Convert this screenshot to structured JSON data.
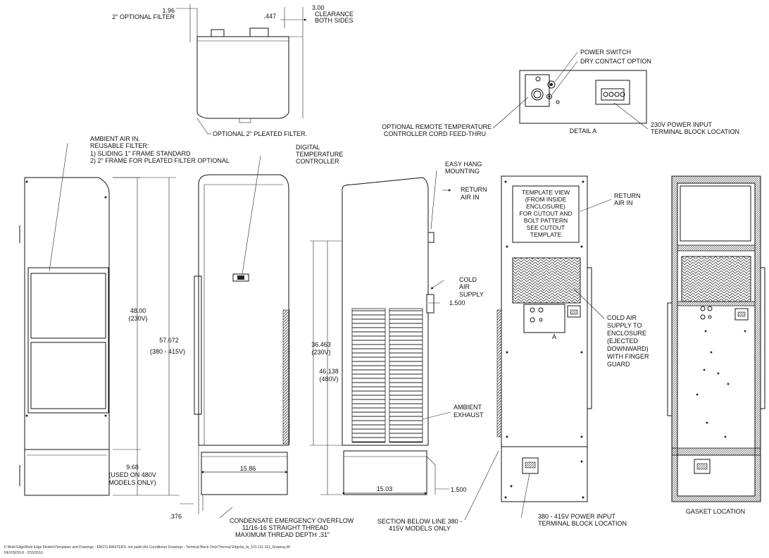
{
  "labels": {
    "filter_dim": "1.96",
    "filter_dim_label": "2\" OPTIONAL FILTER",
    "clearance_dim": "3.00",
    "clearance_label_1": "CLEARANCE",
    "clearance_label_2": "BOTH SIDES",
    "top_offset_dim": ".447",
    "pleated_filter": "OPTIONAL 2\" PLEATED FILTER.",
    "ambient_air_1": "AMBIENT AIR IN.",
    "ambient_air_2": "REUSABLE FILTER:",
    "ambient_air_3": "1) SLIDING 1\" FRAME STANDARD",
    "ambient_air_4": "2) 2\" FRAME FOR PLEATED FILTER OPTIONAL",
    "digital_temp_1": "DIGITAL",
    "digital_temp_2": "TEMPERATURE",
    "digital_temp_3": "CONTROLLER",
    "easy_hang_1": "EASY HANG",
    "easy_hang_2": "MOUNTING",
    "return_air_1": "RETURN",
    "return_air_2": "AIR IN",
    "cold_air_1": "COLD",
    "cold_air_2": "AIR",
    "cold_air_3": "SUPPLY",
    "dim_1500_a": "1.500",
    "dim_36463": "36.463",
    "dim_36463_sub": "(230V)",
    "dim_46138": "46.138",
    "dim_46138_sub": "(480V)",
    "ambient_exhaust_1": "AMBIENT",
    "ambient_exhaust_2": "EXHAUST",
    "dim_1503": "15.03",
    "dim_1500_b": "1.500",
    "dim_48": "48.00",
    "dim_48_sub": "(230V)",
    "dim_57672": "57.672",
    "dim_57672_sub": "(380 - 415V)",
    "dim_968": "9.68",
    "dim_968_sub1": "(USED ON 480V",
    "dim_968_sub2": "MODELS ONLY)",
    "dim_376": ".376",
    "dim_1586": "15.86",
    "condensate_1": "CONDENSATE EMERGENCY OVERFLOW",
    "condensate_2": "11/16-16 STRAIGHT THREAD",
    "condensate_3": "MAXIMUM THREAD DEPTH .31\"",
    "section_1": "SECTION BELOW LINE 380 -",
    "section_2": "415V MODELS ONLY",
    "power_switch": "POWER SWITCH",
    "dry_contact": "DRY CONTACT OPTION",
    "remote_temp_1": "OPTIONAL REMOTE TEMPERATURE",
    "remote_temp_2": "CONTROLLER CORD FEED-THRU",
    "detail_a": "DETAIL A",
    "power_input_1": "230V POWER INPUT",
    "power_input_2": "TERMINAL BLOCK LOCATION",
    "template_1": "TEMPLATE VIEW",
    "template_2": "(FROM INSIDE",
    "template_3": "ENCLOSURE)",
    "template_4": "FOR CUTOUT AND",
    "template_5": "BOLT PATTERN",
    "template_6": "SEE CUTOUT",
    "template_7": "TEMPLATE",
    "return_air_b1": "RETURN",
    "return_air_b2": "AIR IN",
    "cold_supply_1": "COLD AIR",
    "cold_supply_2": "SUPPLY TO",
    "cold_supply_3": "ENCLOSURE",
    "cold_supply_4": "(EJECTED",
    "cold_supply_5": "DOWNWARD)",
    "cold_supply_6": "WITH FINGER",
    "cold_supply_7": "GUARD",
    "detail_ref": "A",
    "power_380_1": "380 - 415V POWER INPUT",
    "power_380_2": "TERMINAL BLOCK LOCATION",
    "gasket": "GASKET LOCATION",
    "filepath": "F:\\Bold Edge\\Bold Edge Models\\Templates and Drawings - ENG'G MASTERS. not public\\Air Conditioner Drawings - Terminal Block Only\\Thermal Edge\\ta_fa_101-111-151_Drawing.dft",
    "revision": "REVISION 8 - 2/15/2016"
  }
}
